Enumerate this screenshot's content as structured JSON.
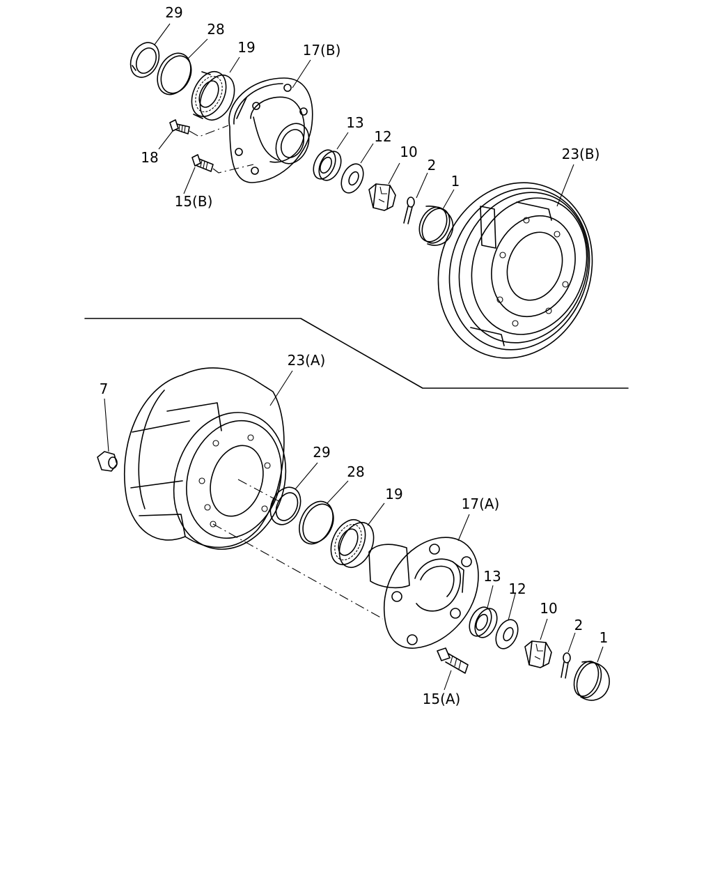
{
  "upper_assembly": {
    "labels": {
      "washer_29": "29",
      "ring_28": "28",
      "bearing_19": "19",
      "hub_17b": "17(B)",
      "bearing_13": "13",
      "washer_12": "12",
      "nut_10": "10",
      "pin_2": "2",
      "cap_1": "1",
      "bolt_18": "18",
      "bolt_15b": "15(B)",
      "drum_23b": "23(B)"
    }
  },
  "lower_assembly": {
    "labels": {
      "drum_23a": "23(A)",
      "nut_7": "7",
      "washer_29": "29",
      "ring_28": "28",
      "bearing_19": "19",
      "hub_17a": "17(A)",
      "bearing_13": "13",
      "washer_12": "12",
      "nut_10": "10",
      "pin_2": "2",
      "cap_1": "1",
      "bolt_15a": "15(A)"
    }
  }
}
